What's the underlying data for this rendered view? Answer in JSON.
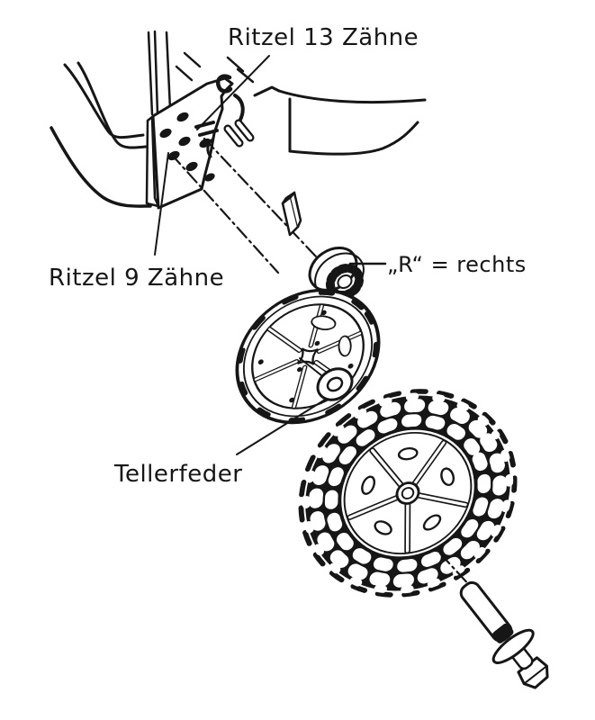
{
  "diagram": {
    "title_context": "exploded wheel drive assembly",
    "labels": {
      "ritzel13": "Ritzel 13 Zähne",
      "ritzel9": "Ritzel 9 Zähne",
      "r_rechts": "„R“ = rechts",
      "tellerfeder": "Tellerfeder"
    },
    "colors": {
      "ink": "#161616",
      "paper": "#ffffff"
    }
  }
}
